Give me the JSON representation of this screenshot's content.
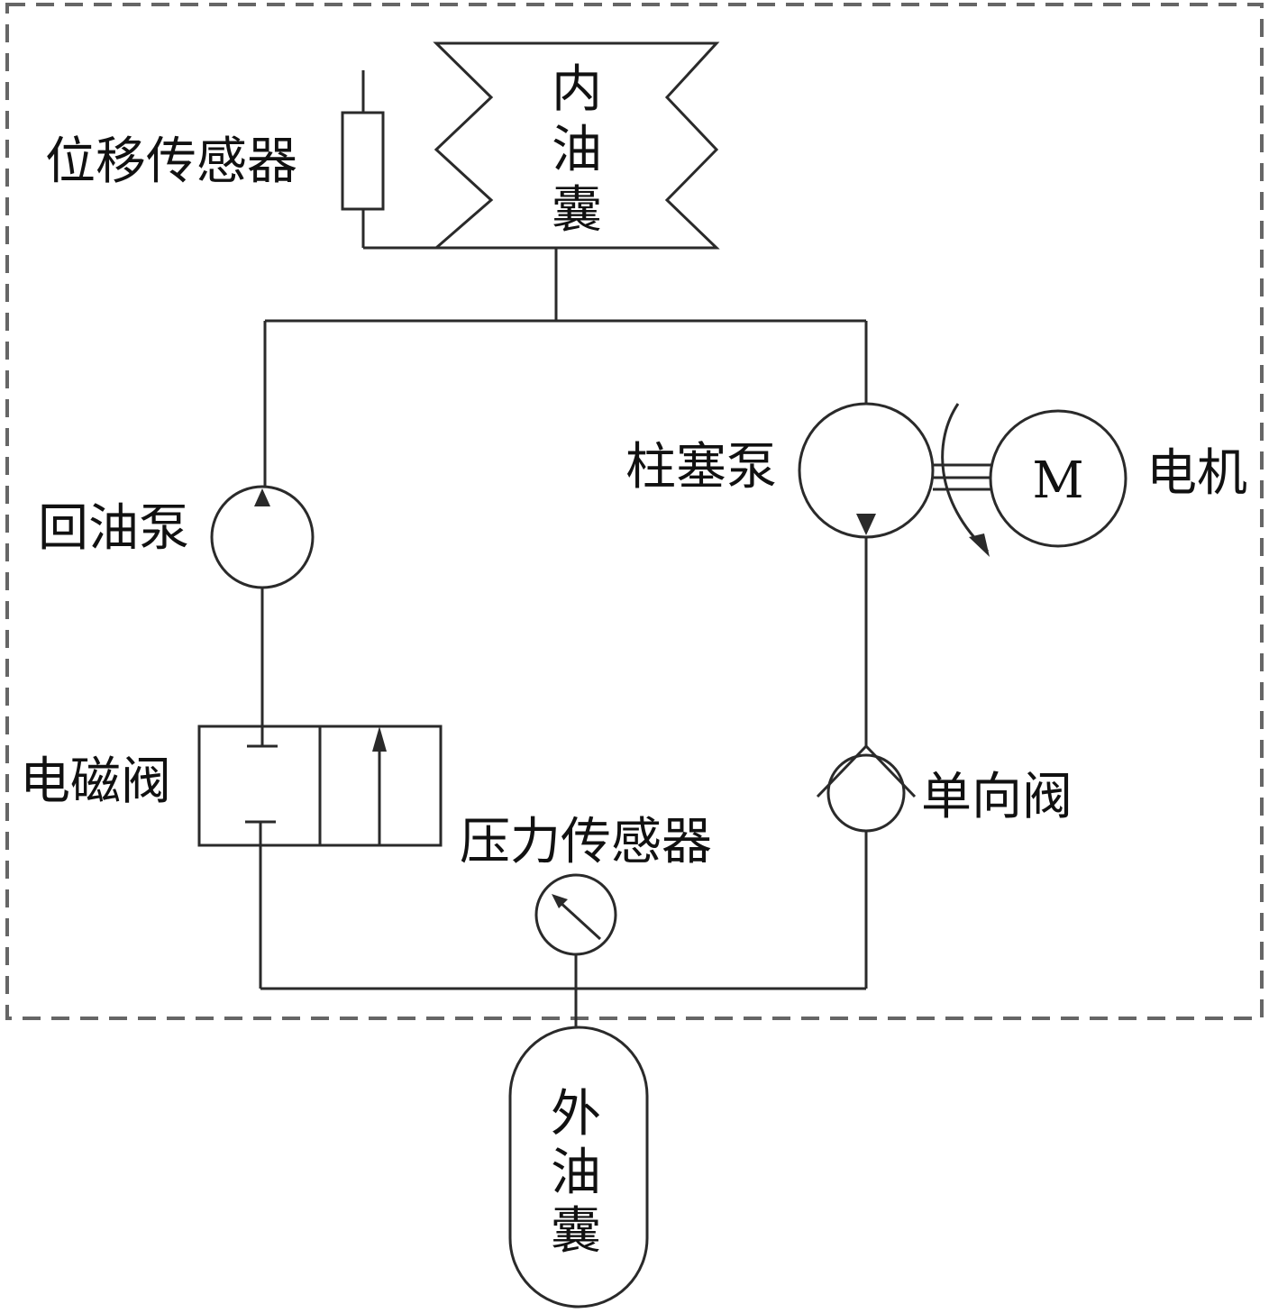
{
  "labels": {
    "displacement_sensor": "位移传感器",
    "inner_bladder": [
      "内",
      "油",
      "囊"
    ],
    "return_pump": "回油泵",
    "plunger_pump": "柱塞泵",
    "motor": "电机",
    "motor_symbol": "M",
    "solenoid_valve": "电磁阀",
    "check_valve": "单向阀",
    "pressure_sensor": "压力传感器",
    "outer_bladder": [
      "外",
      "油",
      "囊"
    ]
  },
  "colors": {
    "line": "#2a2a2a",
    "dashed_border": "#666666",
    "text": "#111111"
  }
}
